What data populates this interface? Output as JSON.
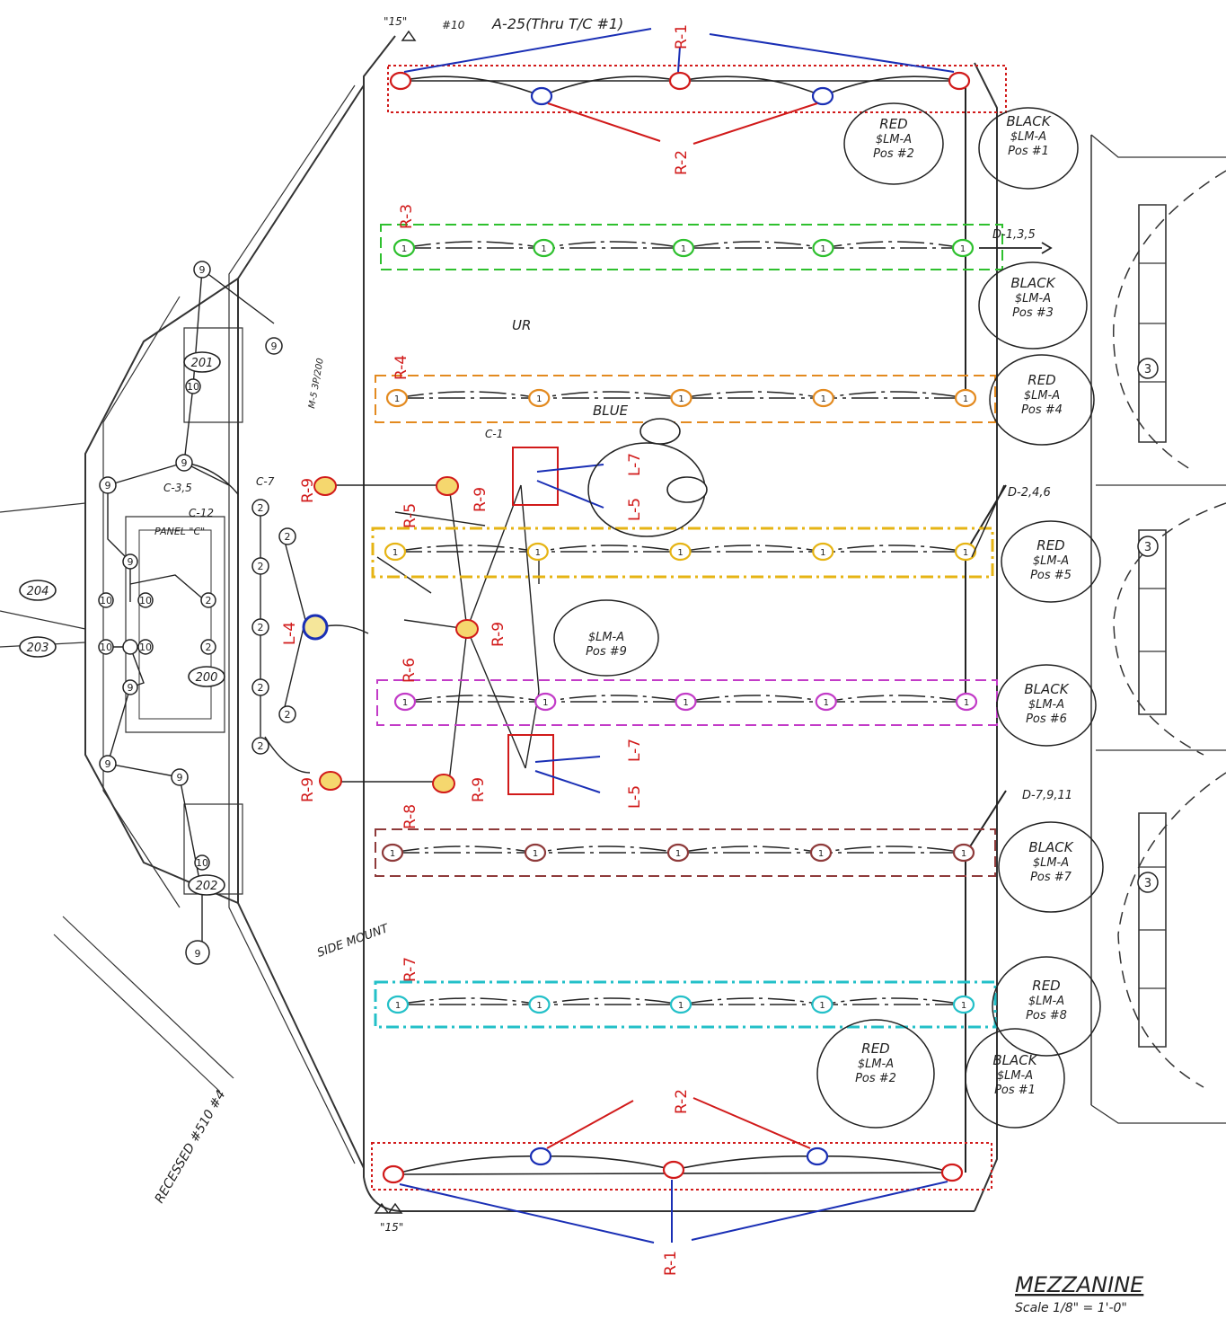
{
  "palette": {
    "ink": "#222222",
    "red_label": "#d11a1a",
    "blue_line": "#1a2fb5",
    "red_line": "#d11a1a"
  },
  "rows": [
    {
      "label": "R-3",
      "color": "#2ec02e",
      "style": "dashed"
    },
    {
      "label": "R-4",
      "color": "#e38a1f",
      "style": "dashed"
    },
    {
      "label": "R-5",
      "color": "#e6b414",
      "style": "dashdot"
    },
    {
      "label": "R-6",
      "color": "#c23bc7",
      "style": "dashed"
    },
    {
      "label": "R-8",
      "color": "#8e3a3a",
      "style": "dashed"
    },
    {
      "label": "R-7",
      "color": "#23c0c8",
      "style": "dashdot"
    }
  ],
  "callouts": {
    "r1": "R-1",
    "r2": "R-2",
    "r9": "R-9",
    "l4": "L-4",
    "l5": "L-5",
    "l7": "L-7"
  },
  "notes": {
    "feed_top": "A-25(Thru T/C #1)",
    "ten": "#10",
    "fifteen": "\"15\"",
    "d135": "D-1,3,5",
    "d246": "D-2,4,6",
    "d7911": "D-7,9,11",
    "ur": "UR",
    "c1": "C-1",
    "c35": "C-3,5",
    "c12": "C-12",
    "c7": "C-7",
    "panel": "PANEL \"C\"",
    "recessed": "RECESSED #510 #4",
    "side_mount": "SIDE MOUNT",
    "m5": "M-5 3P/200",
    "mezz": "MEZZANINE",
    "scale": "Scale 1/8\" = 1'-0\"",
    "blue": "BLUE"
  },
  "switch_notes": [
    {
      "color": "RED",
      "sw": "$LM-A",
      "pos": "Pos #2"
    },
    {
      "color": "BLACK",
      "sw": "$LM-A",
      "pos": "Pos #1"
    },
    {
      "color": "BLACK",
      "sw": "$LM-A",
      "pos": "Pos #3"
    },
    {
      "color": "RED",
      "sw": "$LM-A",
      "pos": "Pos #4"
    },
    {
      "color": "RED",
      "sw": "$LM-A",
      "pos": "Pos #5"
    },
    {
      "color": "",
      "sw": "$LM-A",
      "pos": "Pos #9"
    },
    {
      "color": "BLACK",
      "sw": "$LM-A",
      "pos": "Pos #6"
    },
    {
      "color": "BLACK",
      "sw": "$LM-A",
      "pos": "Pos #7"
    },
    {
      "color": "RED",
      "sw": "$LM-A",
      "pos": "Pos #8"
    },
    {
      "color": "RED",
      "sw": "$LM-A",
      "pos": "Pos #2"
    },
    {
      "color": "BLACK",
      "sw": "$LM-A",
      "pos": "Pos #1"
    }
  ],
  "room_tags": [
    "201",
    "200",
    "202",
    "204",
    "203"
  ],
  "fixture_tags": [
    "9",
    "10",
    "2",
    "3",
    "1"
  ]
}
